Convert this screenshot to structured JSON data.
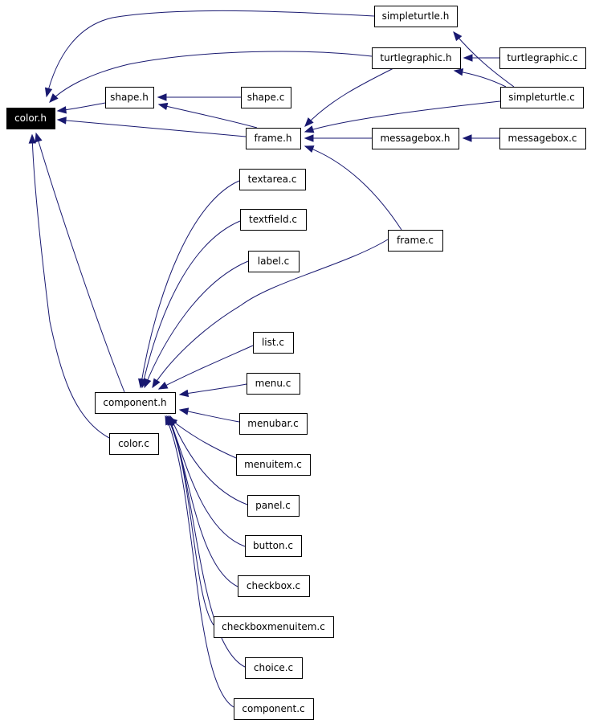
{
  "colors": {
    "edge": "#191970",
    "node_border": "#000000",
    "root_fill": "#000000",
    "root_text": "#ffffff"
  },
  "nodes": [
    {
      "id": "color_h",
      "label": "color.h"
    },
    {
      "id": "simpleturtle_h",
      "label": "simpleturtle.h"
    },
    {
      "id": "turtlegraphic_h",
      "label": "turtlegraphic.h"
    },
    {
      "id": "turtlegraphic_c",
      "label": "turtlegraphic.c"
    },
    {
      "id": "shape_h",
      "label": "shape.h"
    },
    {
      "id": "shape_c",
      "label": "shape.c"
    },
    {
      "id": "simpleturtle_c",
      "label": "simpleturtle.c"
    },
    {
      "id": "frame_h",
      "label": "frame.h"
    },
    {
      "id": "messagebox_h",
      "label": "messagebox.h"
    },
    {
      "id": "messagebox_c",
      "label": "messagebox.c"
    },
    {
      "id": "textarea_c",
      "label": "textarea.c"
    },
    {
      "id": "textfield_c",
      "label": "textfield.c"
    },
    {
      "id": "frame_c",
      "label": "frame.c"
    },
    {
      "id": "label_c",
      "label": "label.c"
    },
    {
      "id": "list_c",
      "label": "list.c"
    },
    {
      "id": "menu_c",
      "label": "menu.c"
    },
    {
      "id": "component_h",
      "label": "component.h"
    },
    {
      "id": "menubar_c",
      "label": "menubar.c"
    },
    {
      "id": "color_c",
      "label": "color.c"
    },
    {
      "id": "menuitem_c",
      "label": "menuitem.c"
    },
    {
      "id": "panel_c",
      "label": "panel.c"
    },
    {
      "id": "button_c",
      "label": "button.c"
    },
    {
      "id": "checkbox_c",
      "label": "checkbox.c"
    },
    {
      "id": "checkboxmenuitem_c",
      "label": "checkboxmenuitem.c"
    },
    {
      "id": "choice_c",
      "label": "choice.c"
    },
    {
      "id": "component_c",
      "label": "component.c"
    }
  ],
  "edges": [
    {
      "from": "simpleturtle_h",
      "to": "color_h"
    },
    {
      "from": "turtlegraphic_h",
      "to": "color_h"
    },
    {
      "from": "shape_h",
      "to": "color_h"
    },
    {
      "from": "frame_h",
      "to": "color_h"
    },
    {
      "from": "component_h",
      "to": "color_h"
    },
    {
      "from": "color_c",
      "to": "color_h"
    },
    {
      "from": "simpleturtle_c",
      "to": "simpleturtle_h"
    },
    {
      "from": "turtlegraphic_c",
      "to": "turtlegraphic_h"
    },
    {
      "from": "simpleturtle_c",
      "to": "turtlegraphic_h"
    },
    {
      "from": "shape_c",
      "to": "shape_h"
    },
    {
      "from": "frame_h",
      "to": "shape_h"
    },
    {
      "from": "turtlegraphic_h",
      "to": "frame_h"
    },
    {
      "from": "simpleturtle_c",
      "to": "frame_h"
    },
    {
      "from": "messagebox_h",
      "to": "frame_h"
    },
    {
      "from": "frame_c",
      "to": "frame_h"
    },
    {
      "from": "messagebox_c",
      "to": "messagebox_h"
    },
    {
      "from": "textarea_c",
      "to": "component_h"
    },
    {
      "from": "textfield_c",
      "to": "component_h"
    },
    {
      "from": "label_c",
      "to": "component_h"
    },
    {
      "from": "frame_c",
      "to": "component_h"
    },
    {
      "from": "list_c",
      "to": "component_h"
    },
    {
      "from": "menu_c",
      "to": "component_h"
    },
    {
      "from": "menubar_c",
      "to": "component_h"
    },
    {
      "from": "menuitem_c",
      "to": "component_h"
    },
    {
      "from": "panel_c",
      "to": "component_h"
    },
    {
      "from": "button_c",
      "to": "component_h"
    },
    {
      "from": "checkbox_c",
      "to": "component_h"
    },
    {
      "from": "checkboxmenuitem_c",
      "to": "component_h"
    },
    {
      "from": "choice_c",
      "to": "component_h"
    },
    {
      "from": "component_c",
      "to": "component_h"
    }
  ]
}
